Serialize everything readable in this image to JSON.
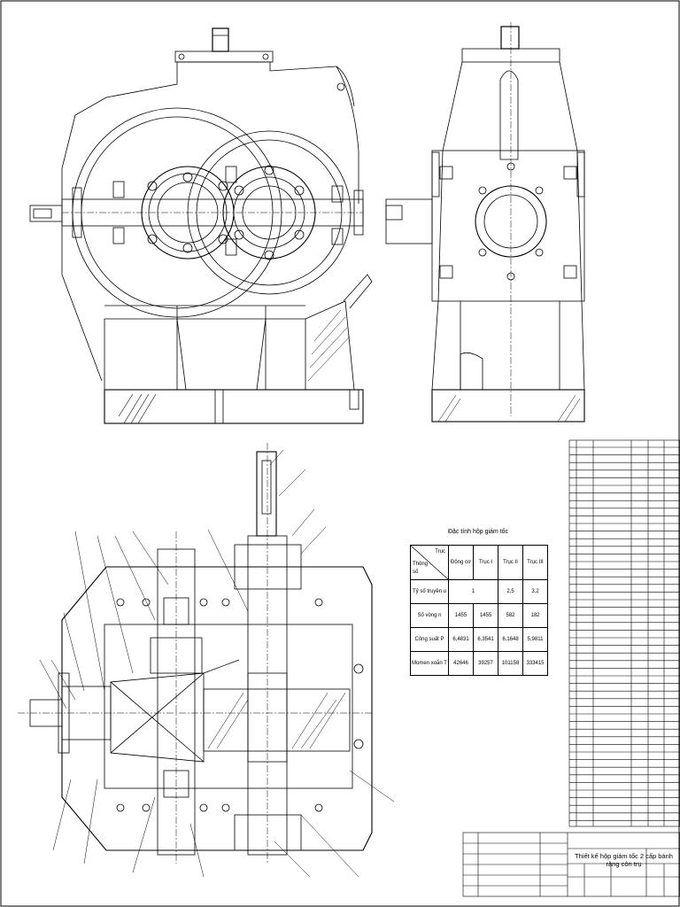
{
  "spec": {
    "title": "Đặc tính hộp giảm tốc",
    "corner_top": "Trục",
    "corner_bottom": "Thông số",
    "columns": [
      "Động cơ",
      "Trục I",
      "Trục II",
      "Trục III"
    ],
    "rows": [
      {
        "label": "Tỷ số truyền u",
        "cells": [
          "1",
          "2,5",
          "3,2"
        ]
      },
      {
        "label": "Số vòng n",
        "cells": [
          "1455",
          "1455",
          "582",
          "182"
        ]
      },
      {
        "label": "Công suất P",
        "cells": [
          "6,4831",
          "6,3541",
          "6,1648",
          "5,9811"
        ]
      },
      {
        "label": "Momen xoắn T",
        "cells": [
          "42646",
          "39257",
          "101158",
          "333415"
        ]
      }
    ]
  },
  "title_block": {
    "main_title": "Thiết kế hộp giảm tốc 2 cấp bánh răng côn trụ"
  },
  "colors": {
    "ink": "#000000",
    "paper": "#ffffff"
  }
}
